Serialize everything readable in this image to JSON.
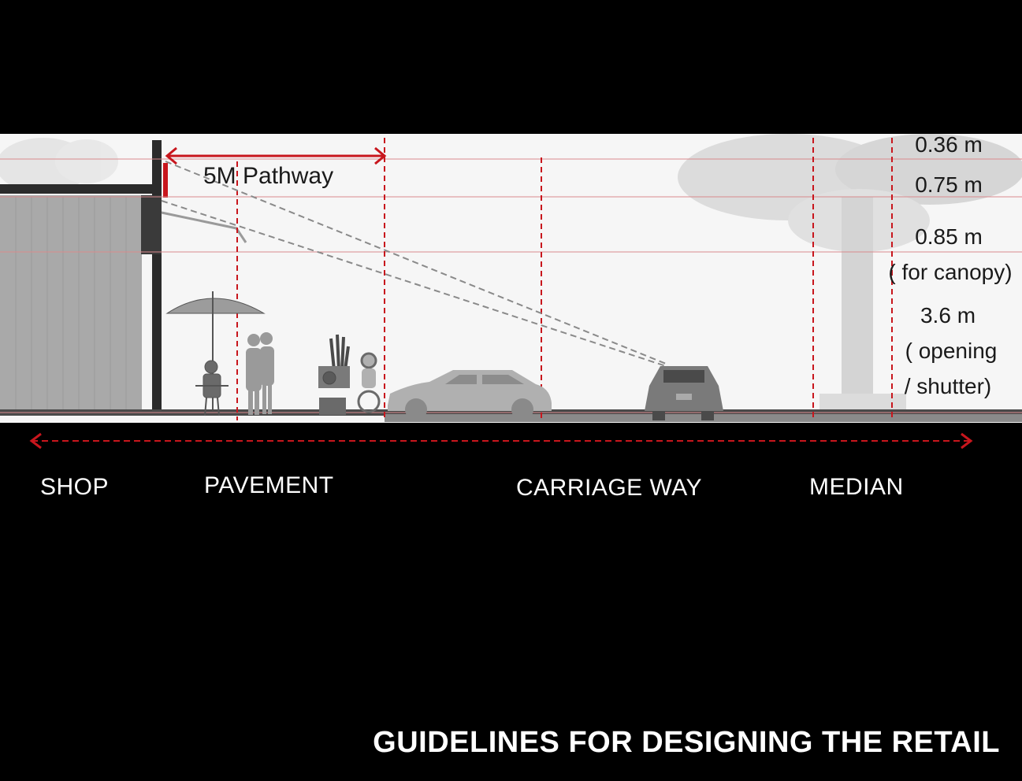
{
  "section": {
    "pathway_label": "5M Pathway",
    "dims": {
      "d1": "0.36 m",
      "d2": "0.75 m",
      "d3": "0.85 m",
      "d3_note": "( for canopy)",
      "d4": "3.6 m",
      "d4_note1": "( opening",
      "d4_note2": "/ shutter)"
    }
  },
  "zones": {
    "shop": "SHOP",
    "pavement": "PAVEMENT",
    "carriage": "CARRIAGE WAY",
    "median": "MEDIAN"
  },
  "title": "GUIDELINES FOR DESIGNING THE RETAIL",
  "colors": {
    "background": "#000000",
    "guide_red": "#c8161d",
    "sky": "#f5f5f5",
    "text_dark": "#1a1a1a",
    "text_light": "#ffffff"
  }
}
